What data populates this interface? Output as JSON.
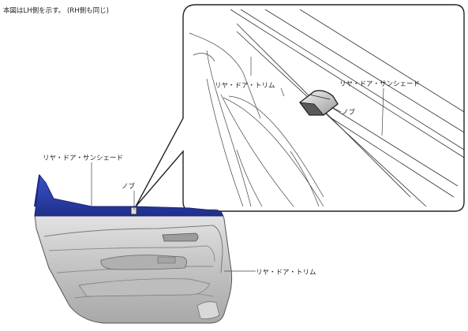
{
  "note": "本図はLH側を示す。 (RH側も同じ)",
  "callout": {
    "label_trim": "リヤ・ドア・トリム",
    "label_shade": "リヤ・ドア・サンシェード",
    "label_knob": "ノブ"
  },
  "main": {
    "label_shade": "リヤ・ドア・サンシェード",
    "label_knob": "ノブ",
    "label_trim": "リヤ・ドア・トリム"
  },
  "colors": {
    "sunshade_blue": "#2a3fa8",
    "trim_gray": "#c9c9c9",
    "trim_dark": "#8e8e8e",
    "line": "#333333"
  }
}
